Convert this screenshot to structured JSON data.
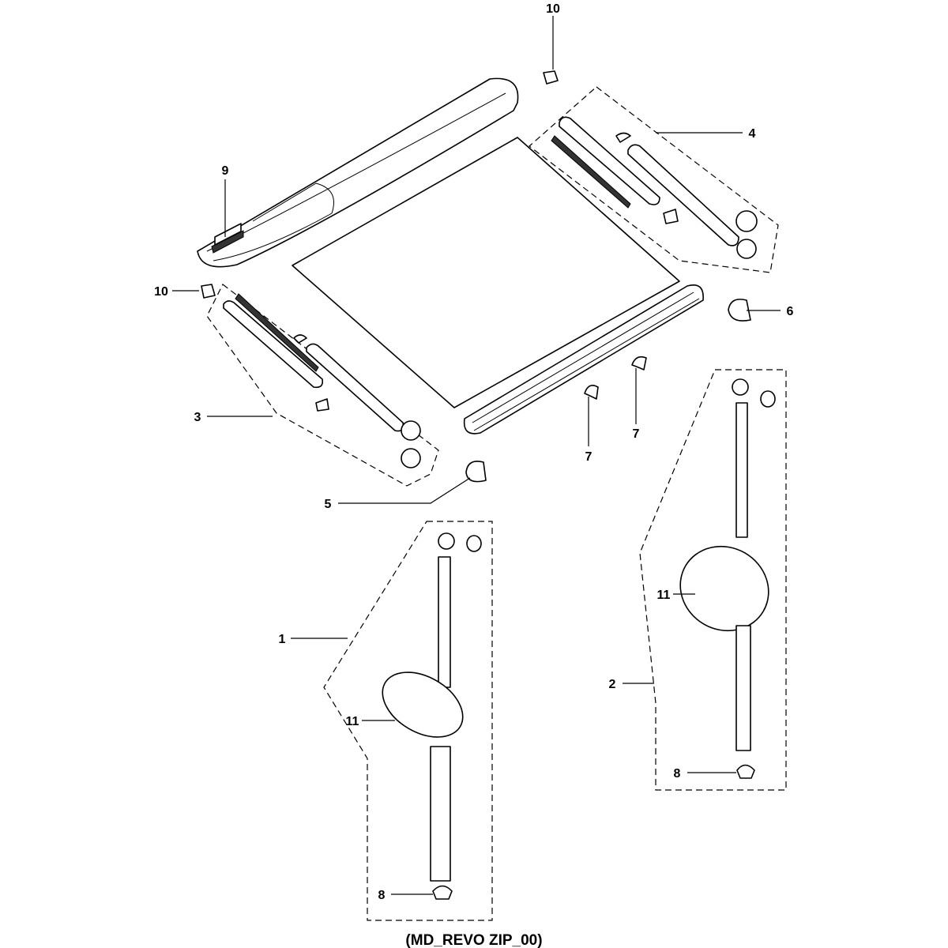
{
  "diagram": {
    "caption": "(MD_REVO ZIP_00)",
    "labels": {
      "l10a": "10",
      "l9": "9",
      "l4": "4",
      "l10b": "10",
      "l6": "6",
      "l3": "3",
      "l7a": "7",
      "l7b": "7",
      "l5": "5",
      "l1": "1",
      "l11a": "11",
      "l2": "2",
      "l11b": "11",
      "l8a": "8",
      "l8b": "8"
    }
  }
}
